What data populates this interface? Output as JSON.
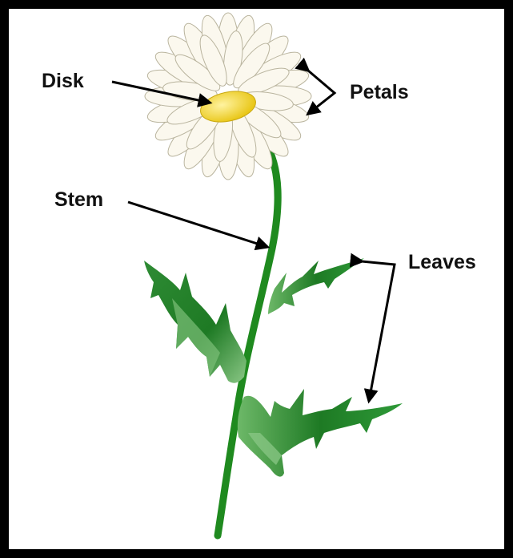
{
  "labels": {
    "disk": "Disk",
    "petals": "Petals",
    "stem": "Stem",
    "leaves": "Leaves"
  },
  "colors": {
    "frame": "#000000",
    "stem": "#1f8a1f",
    "leaf_dark": "#1e7a24",
    "leaf_light": "#5fb35a",
    "petal": "#fbf8ee",
    "petal_outline": "#b9b49e",
    "disk": "#f5dc3c",
    "arrow": "#000000"
  }
}
